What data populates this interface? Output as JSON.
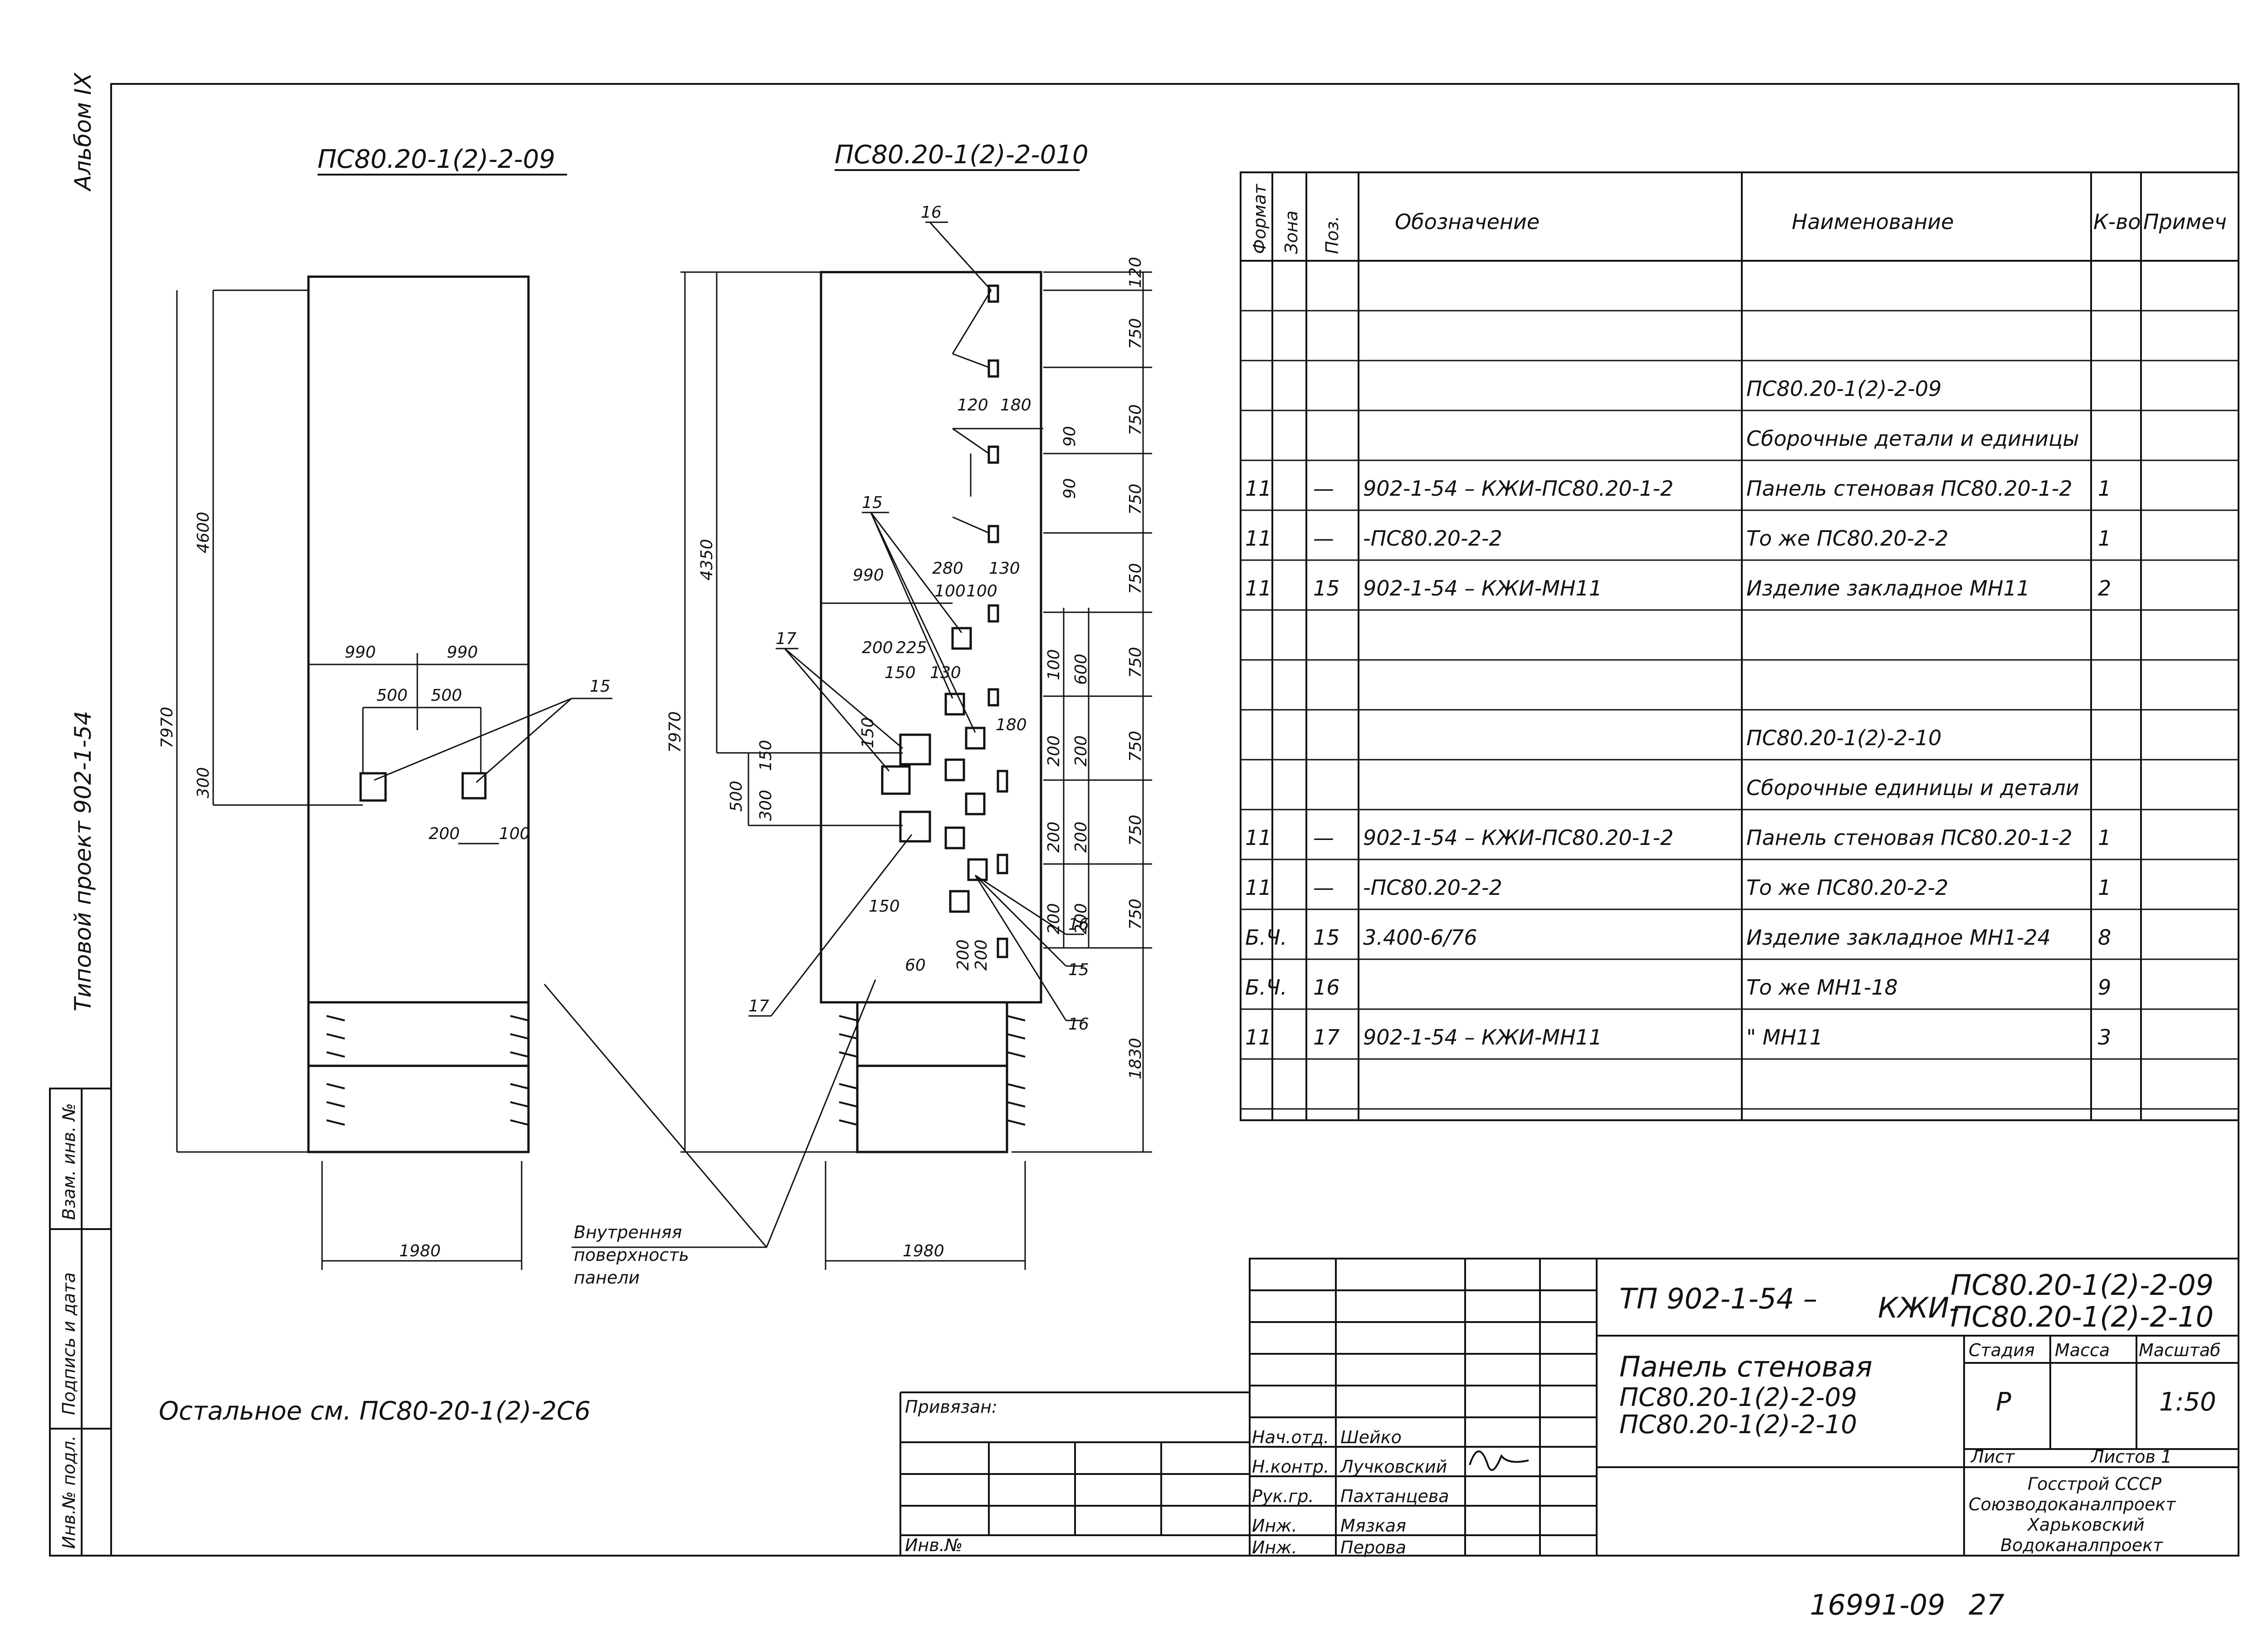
{
  "drawing_titles": {
    "left": "ПС80.20-1(2)-2-09",
    "right": "ПС80.20-1(2)-2-010"
  },
  "left_panel": {
    "dims": {
      "top_left": "990",
      "top_right": "990",
      "mid_left": "500",
      "mid_right": "500",
      "height_main": "4600",
      "height_total": "7970",
      "low": "300",
      "offset_200": "200",
      "offset_100": "100",
      "width_bottom": "1980"
    },
    "callout": "15"
  },
  "right_panel": {
    "callouts": {
      "c16_top": "16",
      "c15_mid": "15",
      "c17_mid": "17",
      "c16_low": "16",
      "c15_low": "15",
      "c16_bot": "16",
      "c17_bot": "17"
    },
    "dims_right": [
      "120",
      "750",
      "750",
      "750",
      "750",
      "750",
      "750",
      "750",
      "750",
      "1830"
    ],
    "dims_inner": {
      "d120": "120",
      "d180": "180",
      "d90a": "90",
      "d90b": "90",
      "d280": "280",
      "d130": "130",
      "d100a": "100",
      "d100b": "100",
      "d990": "990",
      "d200": "200",
      "d225": "225",
      "d150": "150",
      "d130b": "130",
      "d100c": "100",
      "d600": "600",
      "d180b": "180",
      "d200v": "200",
      "d150b": "150",
      "d500": "500",
      "d300": "300",
      "d150c": "150",
      "d60": "60",
      "d200b": "200",
      "d200c": "200",
      "d7970": "7970",
      "d4350": "4350",
      "d1980": "1980"
    }
  },
  "inner_surface_label": [
    "Внутренняя",
    "поверхность",
    "панели"
  ],
  "note": "Остальное см. ПС80-20-1(2)-2С6",
  "side_text": {
    "project": "Типовой проект 902-1-54",
    "album": "Альбом IX"
  },
  "left_strip": [
    "Инв.№ подл.",
    "Подпись и дата",
    "Взам. инв. №"
  ],
  "spec_table": {
    "headers": [
      "Формат",
      "Зона",
      "Поз.",
      "Обозначение",
      "Наименование",
      "К-во",
      "Примеч"
    ],
    "rows": [
      [
        "",
        "",
        "",
        "",
        "",
        "",
        ""
      ],
      [
        "",
        "",
        "",
        "",
        "",
        "",
        ""
      ],
      [
        "",
        "",
        "",
        "",
        "ПС80.20-1(2)-2-09",
        "",
        ""
      ],
      [
        "",
        "",
        "",
        "",
        "Сборочные детали и единицы",
        "",
        ""
      ],
      [
        "11",
        "",
        "—",
        "902-1-54 – КЖИ-ПС80.20-1-2",
        "Панель стеновая ПС80.20-1-2",
        "1",
        ""
      ],
      [
        "11",
        "",
        "—",
        "-ПС80.20-2-2",
        "То же ПС80.20-2-2",
        "1",
        ""
      ],
      [
        "11",
        "",
        "15",
        "902-1-54 – КЖИ-МН11",
        "Изделие закладное МН11",
        "2",
        ""
      ],
      [
        "",
        "",
        "",
        "",
        "",
        "",
        ""
      ],
      [
        "",
        "",
        "",
        "",
        "",
        "",
        ""
      ],
      [
        "",
        "",
        "",
        "",
        "ПС80.20-1(2)-2-10",
        "",
        ""
      ],
      [
        "",
        "",
        "",
        "",
        "Сборочные единицы и детали",
        "",
        ""
      ],
      [
        "11",
        "",
        "—",
        "902-1-54 – КЖИ-ПС80.20-1-2",
        "Панель стеновая ПС80.20-1-2",
        "1",
        ""
      ],
      [
        "11",
        "",
        "—",
        "-ПС80.20-2-2",
        "То же ПС80.20-2-2",
        "1",
        ""
      ],
      [
        "Б.Ч.",
        "",
        "15",
        "3.400-6/76",
        "Изделие закладное МН1-24",
        "8",
        ""
      ],
      [
        "Б.Ч.",
        "",
        "16",
        "",
        "То же МН1-18",
        "9",
        ""
      ],
      [
        "11",
        "",
        "17",
        "902-1-54 – КЖИ-МН11",
        "\"  МН11",
        "3",
        ""
      ],
      [
        "",
        "",
        "",
        "",
        "",
        "",
        ""
      ]
    ]
  },
  "title_block": {
    "project_code": "ТП 902-1-54 –",
    "doc_prefix": "КЖИ-",
    "doc_line1": "ПС80.20-1(2)-2-09",
    "doc_line2": "ПС80.20-1(2)-2-10",
    "name": [
      "Панель стеновая",
      "ПС80.20-1(2)-2-09",
      "ПС80.20-1(2)-2-10"
    ],
    "stage_hdr": "Стадия",
    "mass_hdr": "Масса",
    "scale_hdr": "Масштаб",
    "stage": "Р",
    "scale": "1:50",
    "sheet": "Лист",
    "sheets": "Листов 1",
    "org": [
      "Госстрой СССР",
      "Союзводоканалпроект",
      "Харьковский",
      "Водоканалпроект"
    ],
    "binding": "Привязан:",
    "inv": "Инв.№",
    "roles": [
      "Нач.отд.",
      "Н.контр.",
      "Рук.гр.",
      "Инж.",
      "Инж."
    ],
    "names": [
      "Шейко",
      "Лучковский",
      "Пахтанцева",
      "Мязкая",
      "Перова"
    ]
  },
  "footer": {
    "number": "16991-09",
    "page": "27"
  }
}
